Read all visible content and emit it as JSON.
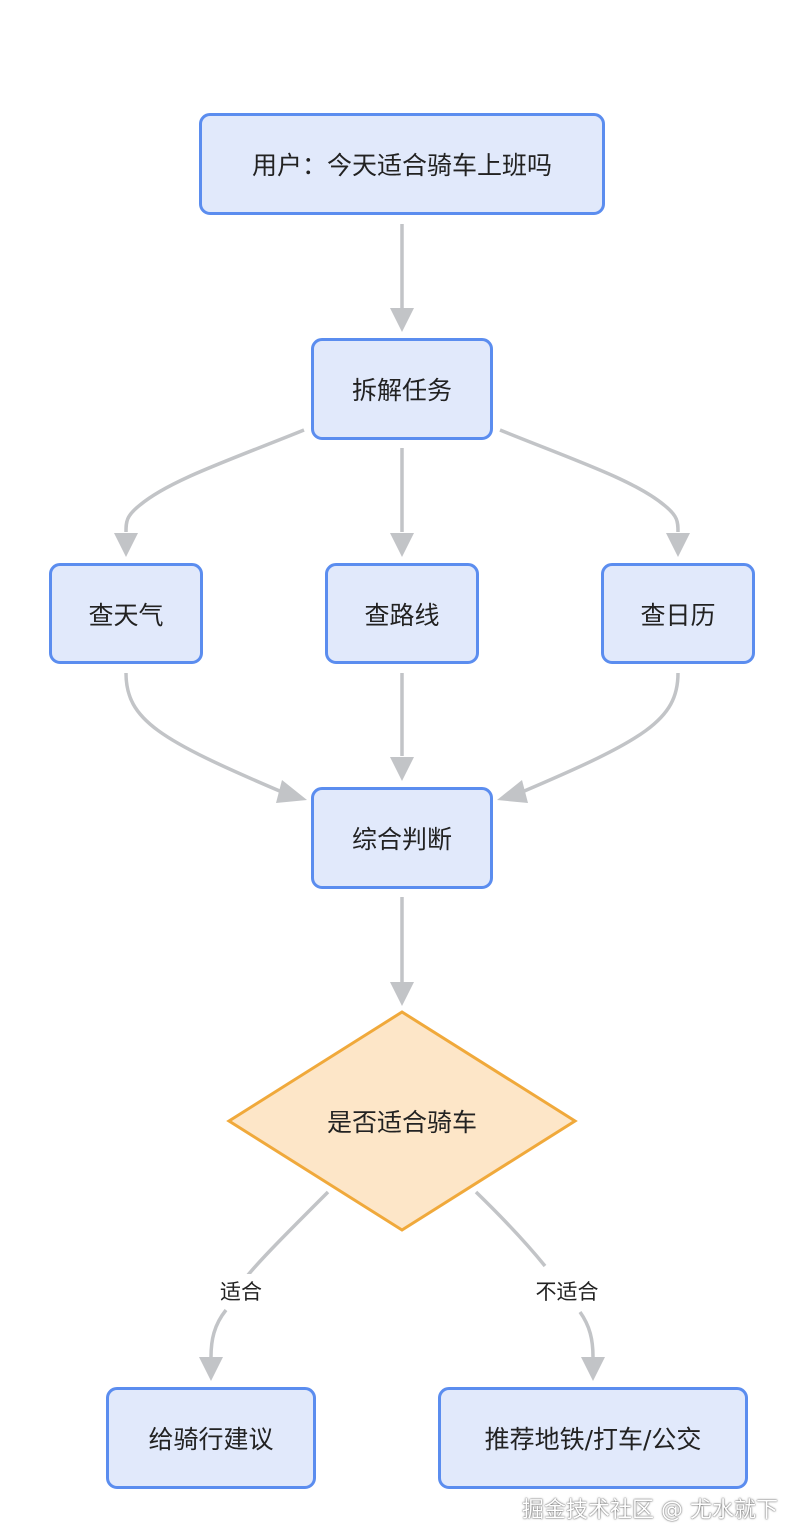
{
  "nodes": {
    "start": "用户：今天适合骑车上班吗",
    "split": "拆解任务",
    "weather": "查天气",
    "route": "查路线",
    "calendar": "查日历",
    "judge": "综合判断",
    "decision": "是否适合骑车",
    "bike": "给骑行建议",
    "alt": "推荐地铁/打车/公交"
  },
  "edge_labels": {
    "yes": "适合",
    "no": "不适合"
  },
  "watermark": "掘金技术社区 @ 尤水就下",
  "colors": {
    "node_fill": "#e1e9fb",
    "node_border": "#5b8def",
    "decision_fill": "#fde6c8",
    "decision_border": "#f0a93b",
    "edge": "#c2c4c7"
  }
}
